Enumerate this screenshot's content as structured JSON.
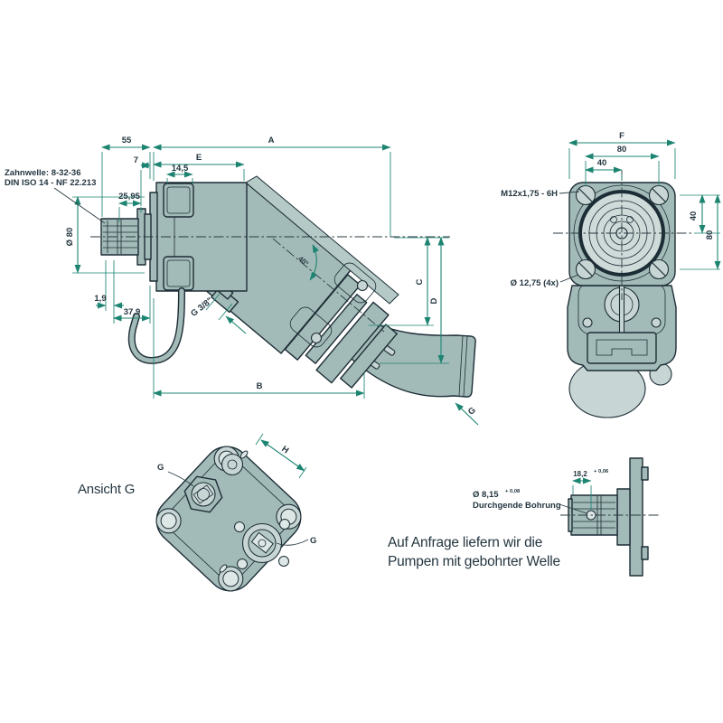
{
  "colors": {
    "body_fill": "#a3bbb8",
    "outline": "#1d2d36",
    "dimension_green": "#1d8472",
    "text": "#243640",
    "background": "#ffffff"
  },
  "side_view": {
    "spline_note_line1": "Zahnwelle: 8-32-36",
    "spline_note_line2": "DIN ISO 14 - NF 22.213",
    "dims": {
      "d55": "55",
      "d7": "7",
      "dA": "A",
      "dE": "E",
      "d14_5": "14,5",
      "d25_95": "25,95",
      "d_dia80": "Ø 80",
      "d1_9": "1,9",
      "d37_9": "37,9",
      "dB": "B",
      "dC": "C",
      "dD": "D",
      "angle": "40°",
      "port": "G 3/8\"",
      "view_arrow": "G"
    }
  },
  "front_view": {
    "dims": {
      "dF": "F",
      "d80_top": "80",
      "d40_top": "40",
      "d40_right": "40",
      "d80_right": "80"
    },
    "labels": {
      "thread": "M12x1,75 - 6H",
      "holes": "Ø 12,75 (4x)"
    }
  },
  "port_view": {
    "caption": "Ansicht G",
    "dims": {
      "dH": "H"
    },
    "labels": {
      "g1": "G",
      "g2": "G"
    }
  },
  "shaft_detail": {
    "dims": {
      "d18_2": "18,2",
      "tol18": "+ 0,06",
      "dia": "Ø 8,15",
      "tol_dia": "+ 0,08"
    },
    "labels": {
      "bore": "Durchgende Bohrung"
    },
    "note_line1": "Auf Anfrage liefern wir die",
    "note_line2": "Pumpen mit gebohrter Welle"
  }
}
